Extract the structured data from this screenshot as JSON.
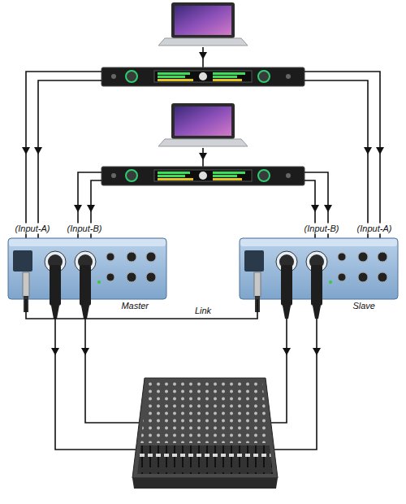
{
  "diagram": {
    "nodes": [
      {
        "text": [
          "Master"
        ]
      },
      {
        "text": [
          "Slave"
        ]
      }
    ],
    "edges": [
      {
        "from": 0,
        "to": 1,
        "arrow": "none",
        "label": "Link"
      }
    ],
    "labels": [
      "(Input-A)",
      "(Input-B)",
      "(Input-B)",
      "(Input-A)"
    ]
  }
}
